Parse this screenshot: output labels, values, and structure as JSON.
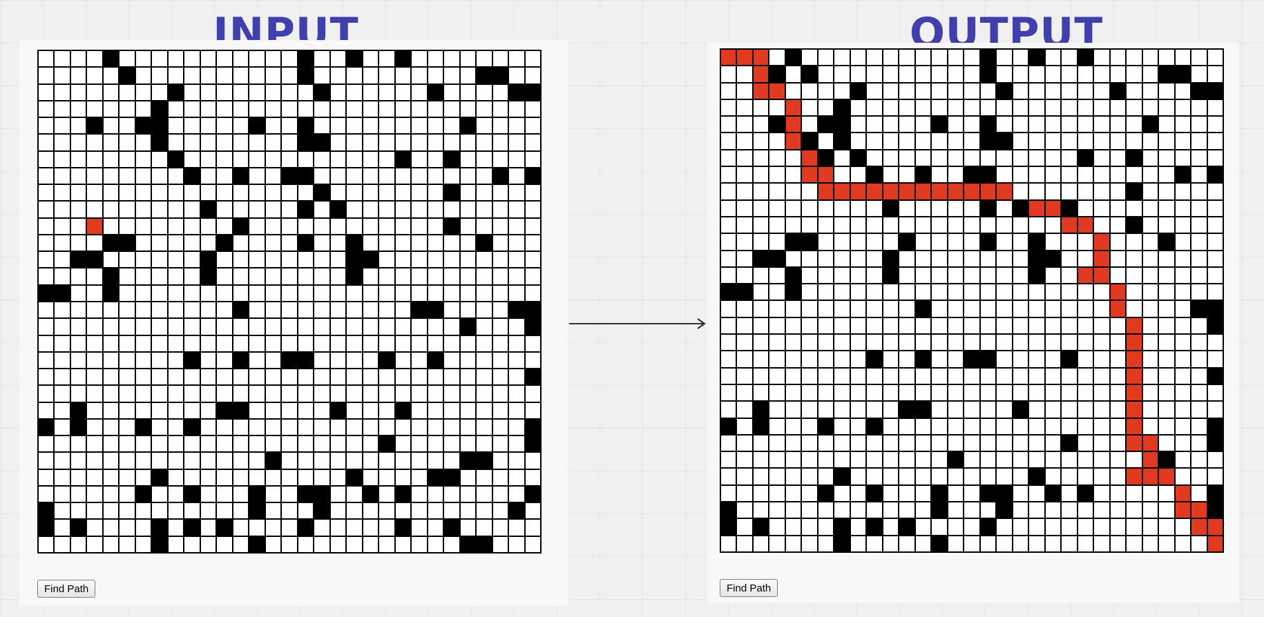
{
  "colors": {
    "title": "#3f3fae",
    "wall": "#000000",
    "open": "#ffffff",
    "path": "#e23a20"
  },
  "input": {
    "title": "INPUT",
    "button_label": "Find Path",
    "grid": [
      "0000100000000000100100100000000",
      "0003010000000000100000000001100",
      "0000000010000000010000001000011",
      "0000000100000000000000000000000",
      "0001001100000100100000000010000",
      "0000000100000000110000000000000",
      "0000000010000000000000100100000",
      "0000000001001001100000000000101",
      "0000000000000000010000000100000",
      "0000000000100000101000000000000",
      "0002000000001000000000000100000",
      "0000110000010000100100000001000",
      "0011000000100000000110000000000",
      "0000100000100000000100000000000",
      "1100100000000000000000000000000",
      "0000000000001000000000011000011",
      "0000000000000000000000000010001",
      "0000000000000000000000000000000",
      "0000000001001001100001001000000",
      "0000000000000000000000000000001",
      "0000000000000000000000000000000",
      "0010000000011000001000100000000",
      "1010001001000000000000000000001",
      "0000000000000000000001000000001",
      "0000000000000010000000000011000",
      "0000000100000000000100001100000",
      "0000001001000100110010100000001",
      "1000000000000100010000000000010",
      "1010000101010000100000100100000",
      "0000000100000100000000000011000"
    ]
  },
  "output": {
    "title": "OUTPUT",
    "button_label": "Find Path",
    "grid": [
      "2220100000000000100100100000000",
      "0021010000000000100000000001100",
      "0022000010000000010000001000011",
      "0000200100000000000000000000000",
      "0001201100000100100000000010000",
      "0000210100000000110000000000000",
      "0000021010000000000000100100000",
      "0000022001001001100000000000101",
      "0000002222222222220000000100000",
      "0000000000100000101221000000000",
      "0000000000000000000002200100000",
      "0000110000010000100100020001000",
      "0011000000100000000110020000000",
      "0000100000100000000100220000000",
      "1100100000000000000000002000000",
      "0000000000001000000000002000011",
      "0000000000000000000000000200001",
      "0000000000000000000000000200000",
      "0000000001001001100001000200000",
      "0000000000000000000000000200001",
      "0000000000000000000000000200000",
      "0010000000011000001000000200000",
      "1010001001000000000000000200001",
      "0000000000000000000001000220001",
      "0000000000000010000000000021000",
      "0000000100000000000100000222000",
      "0000001001000100110010100000201",
      "1000000000000100010000000000221",
      "1010000101010000100000000000022",
      "0000000100000100000000000000002"
    ]
  }
}
